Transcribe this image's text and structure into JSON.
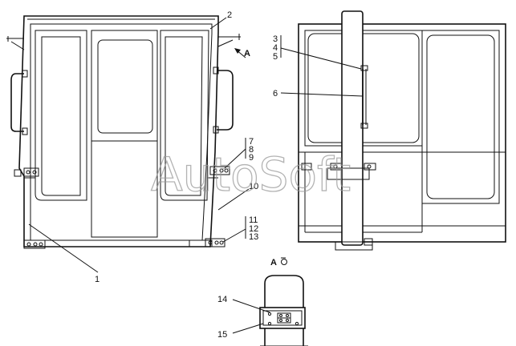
{
  "watermark": "AutoSoft",
  "view_label": "A",
  "callouts": {
    "c1": "1",
    "c2": "2",
    "c3": "3",
    "c4": "4",
    "c5": "5",
    "c6": "6",
    "c7": "7",
    "c8": "8",
    "c9": "9",
    "c10": "10",
    "c11": "11",
    "c12": "12",
    "c13": "13",
    "c14": "14",
    "c15": "15"
  },
  "arrow_label": "A"
}
